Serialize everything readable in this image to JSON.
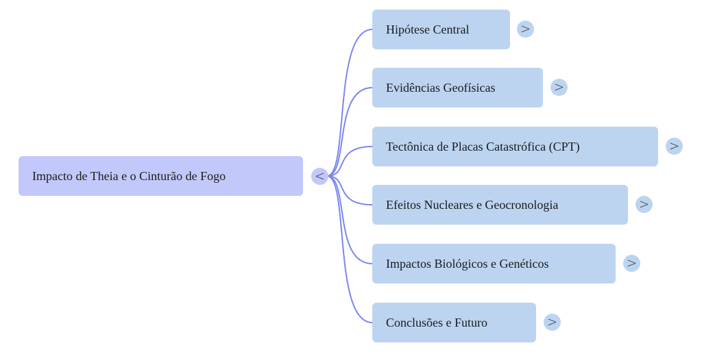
{
  "diagram": {
    "type": "mindmap",
    "colors": {
      "root_fill": "#c3c8fa",
      "child_fill": "#bcd4f0",
      "link_stroke": "#7b86f2"
    },
    "root": {
      "label": "Impacto de Theia e o Cinturão de Fogo",
      "toggle": {
        "glyph": "<",
        "state": "expanded"
      }
    },
    "children": [
      {
        "label": "Hipótese Central",
        "toggle": {
          "glyph": ">",
          "state": "collapsed"
        }
      },
      {
        "label": "Evidências Geofísicas",
        "toggle": {
          "glyph": ">",
          "state": "collapsed"
        }
      },
      {
        "label": "Tectônica de Placas Catastrófica (CPT)",
        "toggle": {
          "glyph": ">",
          "state": "collapsed"
        }
      },
      {
        "label": "Efeitos Nucleares e Geocronologia",
        "toggle": {
          "glyph": ">",
          "state": "collapsed"
        }
      },
      {
        "label": "Impactos Biológicos e Genéticos",
        "toggle": {
          "glyph": ">",
          "state": "collapsed"
        }
      },
      {
        "label": "Conclusões e Futuro",
        "toggle": {
          "glyph": ">",
          "state": "collapsed"
        }
      }
    ]
  }
}
